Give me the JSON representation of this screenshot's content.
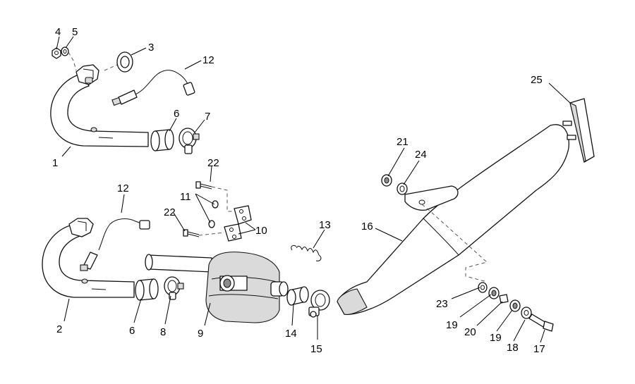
{
  "callouts": {
    "c1": "1",
    "c2": "2",
    "c3": "3",
    "c4": "4",
    "c5": "5",
    "c6a": "6",
    "c6b": "6",
    "c7": "7",
    "c8": "8",
    "c9": "9",
    "c10": "10",
    "c11": "11",
    "c12a": "12",
    "c12b": "12",
    "c13": "13",
    "c14": "14",
    "c15": "15",
    "c16": "16",
    "c17": "17",
    "c18": "18",
    "c19a": "19",
    "c19b": "19",
    "c20": "20",
    "c21": "21",
    "c22a": "22",
    "c22b": "22",
    "c23": "23",
    "c24": "24",
    "c25": "25"
  }
}
